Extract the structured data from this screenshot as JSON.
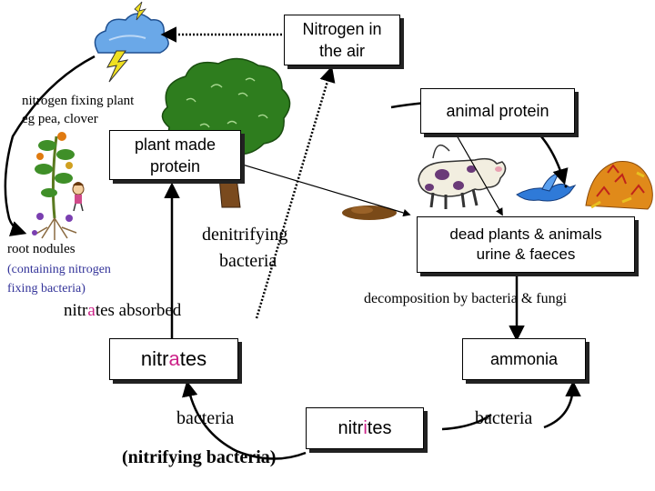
{
  "colors": {
    "highlight": "#cc2288",
    "nodule_text": "#333399",
    "tree_green": "#2e7d1e",
    "trunk": "#7a4a1e",
    "cloud": "#6aa8e8",
    "lightning": "#f0e020"
  },
  "boxes": {
    "nitrogen_air": "Nitrogen in\nthe air",
    "animal_protein": "animal protein",
    "plant_protein": "plant made\nprotein",
    "dead_plants": "dead plants & animals\nurine & faeces",
    "nitrates": {
      "pre": "nitr",
      "hl": "a",
      "post": "tes"
    },
    "ammonia": "ammonia",
    "nitrites": {
      "pre": "nitr",
      "hl": "i",
      "post": "tes"
    }
  },
  "labels": {
    "fixing_plant_1": "nitrogen fixing plant",
    "fixing_plant_2": "eg pea, clover",
    "root_nodules": "root nodules",
    "containing_1": "(containing nitrogen",
    "containing_2": "fixing bacteria)",
    "nitrates_absorbed": {
      "pre": "nitr",
      "hl": "a",
      "post": "tes absorbed"
    },
    "denitrifying_1": "denitrifying",
    "denitrifying_2": "bacteria",
    "decomposition": "decomposition by bacteria & fungi",
    "bacteria_left": "bacteria",
    "bacteria_right": "bacteria",
    "nitrifying": "(nitrifying bacteria)"
  },
  "icons": [
    "cloud-lightning-icon",
    "tree-icon",
    "plant-icon",
    "girl-icon",
    "cow-icon",
    "bird-icon",
    "leaves-icon",
    "dung-icon"
  ]
}
